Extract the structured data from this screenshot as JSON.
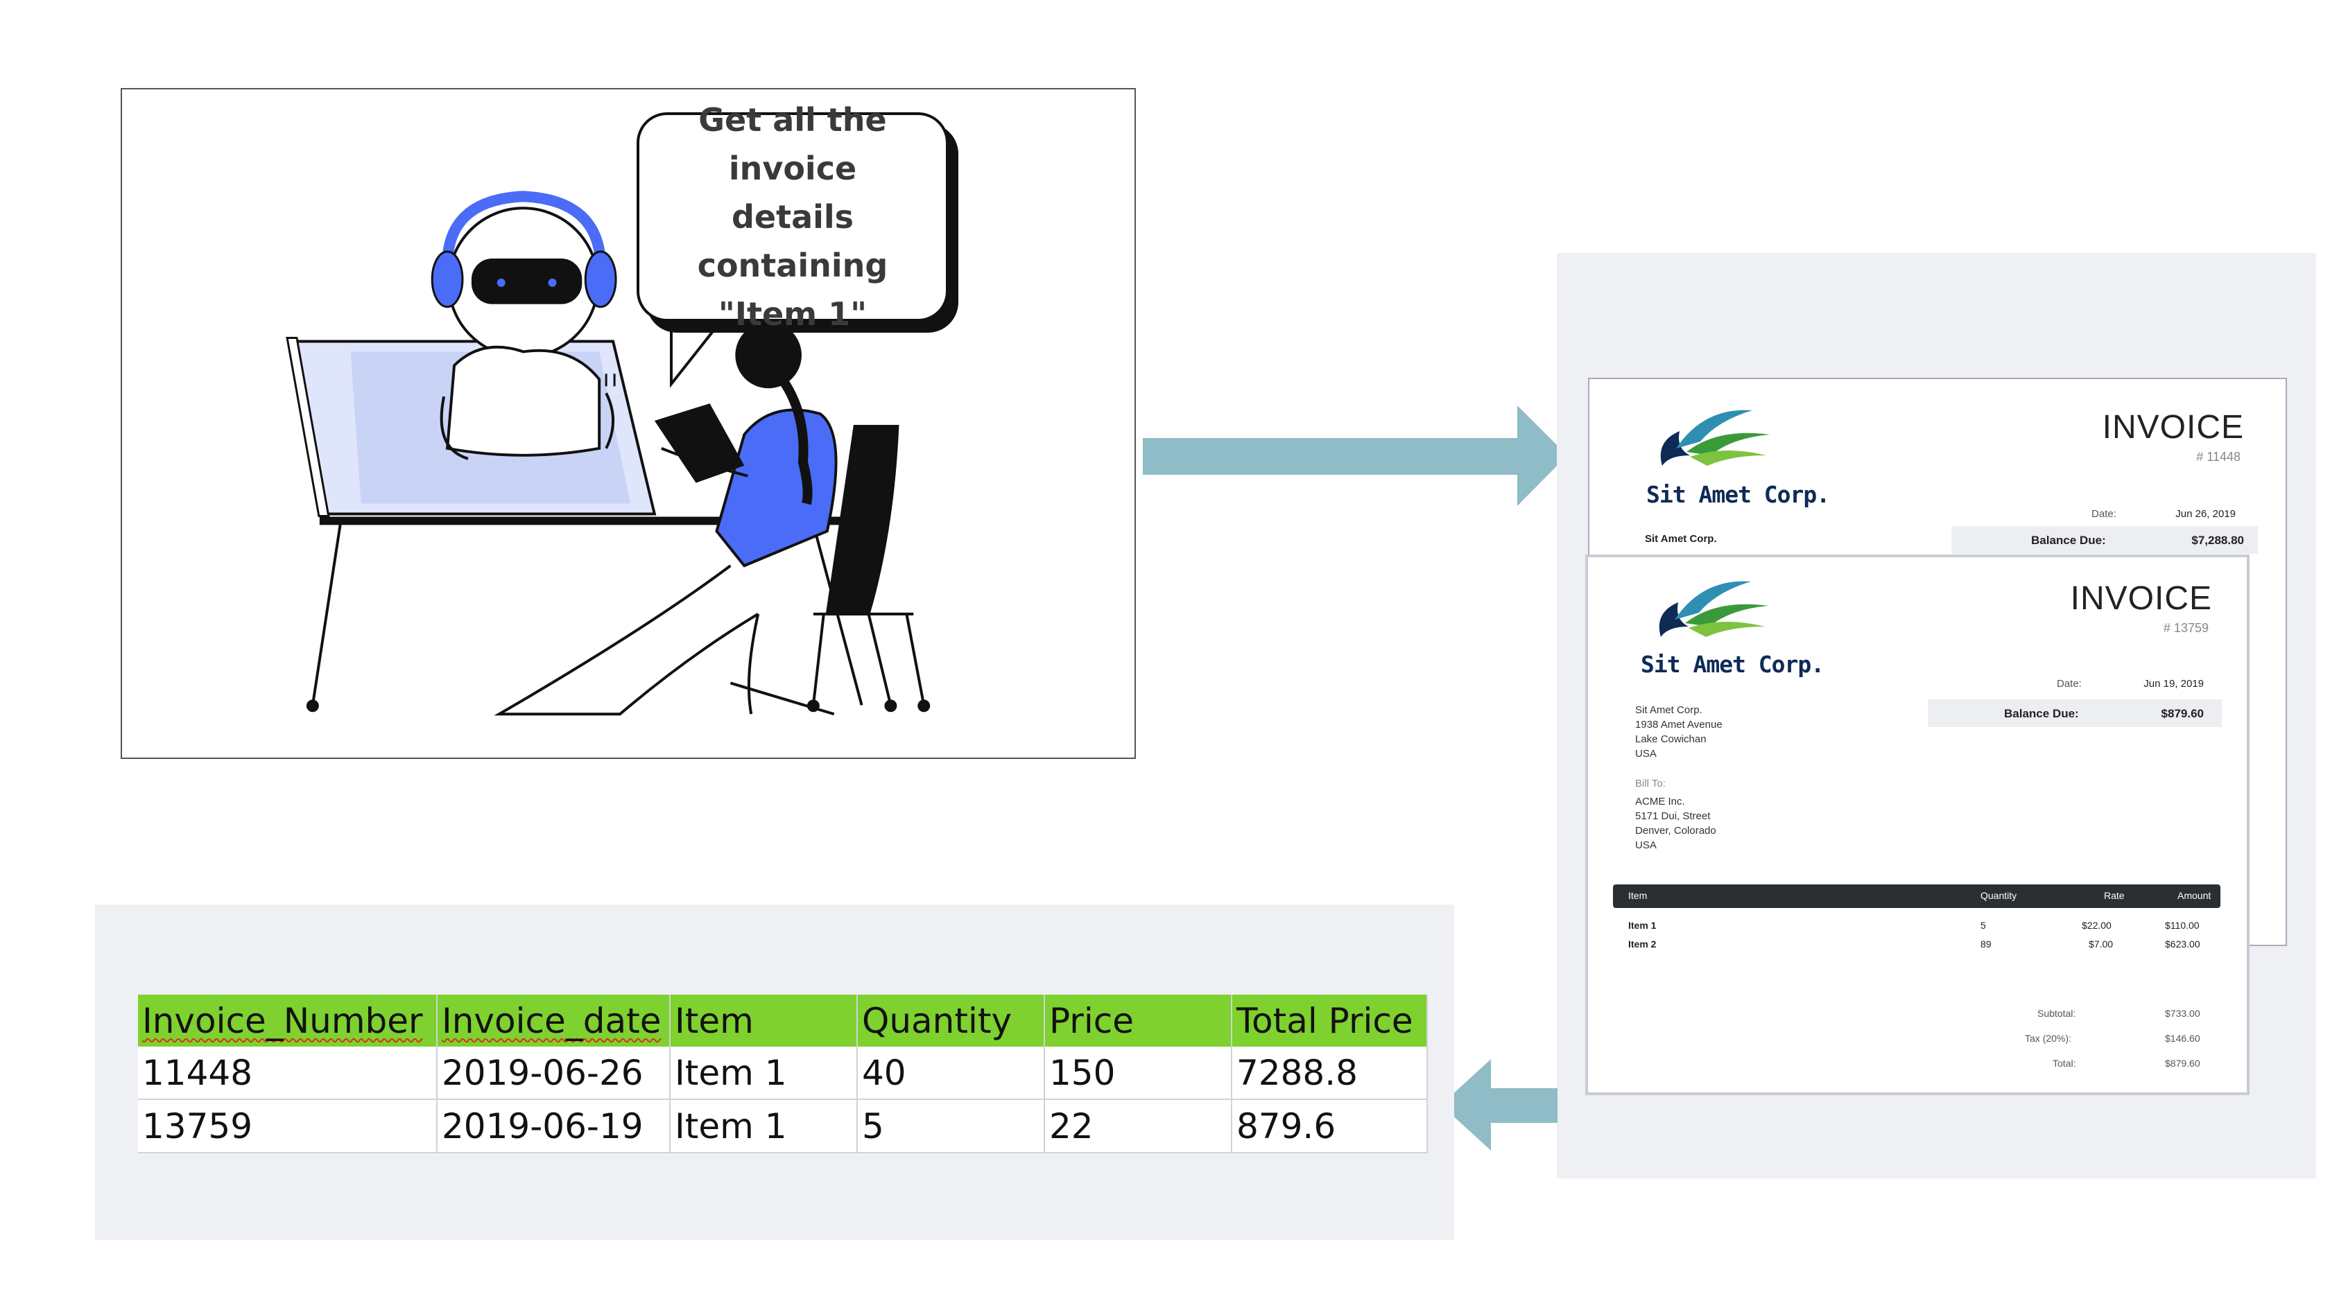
{
  "speech_bubble": {
    "text": "Get all the invoice\ndetails containing\n\"Item 1\""
  },
  "colors": {
    "arrow": "#8fbcc6",
    "table_header": "#7ed12e",
    "robot_accent": "#4a6cf7",
    "panel_bg": "#eef0f4"
  },
  "icons": [
    "robot-illustration",
    "woman-with-tablet-illustration",
    "laptop-illustration",
    "chair-illustration",
    "company-logo-icon"
  ],
  "invoices": [
    {
      "title": "INVOICE",
      "number": "# 11448",
      "brand": "Sit Amet Corp.",
      "from_name": "Sit Amet Corp.",
      "date_label": "Date:",
      "date": "Jun 26, 2019",
      "balance_label": "Balance Due:",
      "balance": "$7,288.80"
    },
    {
      "title": "INVOICE",
      "number": "# 13759",
      "brand": "Sit Amet Corp.",
      "from_address": "Sit Amet Corp.\n1938 Amet Avenue\nLake Cowichan\nUSA",
      "bill_to_label": "Bill To:",
      "bill_to_address": "ACME Inc.\n5171 Dui, Street\nDenver, Colorado\nUSA",
      "date_label": "Date:",
      "date": "Jun 19, 2019",
      "balance_label": "Balance Due:",
      "balance": "$879.60",
      "columns": [
        "Item",
        "Quantity",
        "Rate",
        "Amount"
      ],
      "rows": [
        {
          "item": "Item 1",
          "quantity": "5",
          "rate": "$22.00",
          "amount": "$110.00"
        },
        {
          "item": "Item 2",
          "quantity": "89",
          "rate": "$7.00",
          "amount": "$623.00"
        }
      ],
      "subtotal_label": "Subtotal:",
      "subtotal": "$733.00",
      "tax_label": "Tax (20%):",
      "tax": "$146.60",
      "total_label": "Total:",
      "total": "$879.60"
    }
  ],
  "result_table": {
    "columns": [
      "Invoice_Number",
      "Invoice_date",
      "Item",
      "Quantity",
      "Price",
      "Total Price"
    ],
    "rows": [
      [
        "11448",
        "2019-06-26",
        "Item 1",
        "40",
        "150",
        "7288.8"
      ],
      [
        "13759",
        "2019-06-19",
        "Item 1",
        "5",
        "22",
        "879.6"
      ]
    ]
  }
}
